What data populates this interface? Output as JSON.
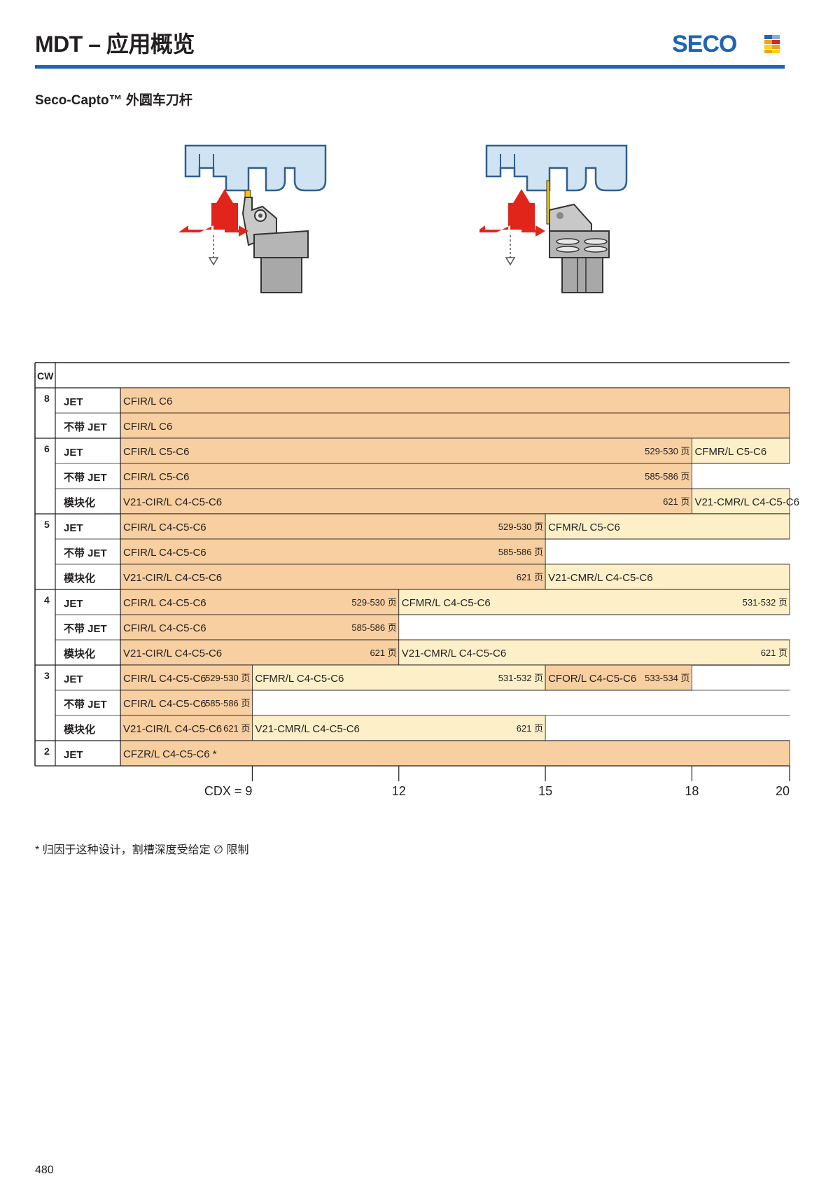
{
  "header": {
    "title": "MDT – 应用概览",
    "logo_text": "SECO"
  },
  "section_title": "Seco-Capto™ 外圆车刀杆",
  "colors": {
    "orange_bar": "#f8cfa0",
    "yellow_bar": "#fdf0c8",
    "rule_blue": "#1e64b4",
    "arrow_red": "#e1251b",
    "illustration_blue": "#cfe3f3"
  },
  "illustrations": [
    {
      "name": "left-toolholder",
      "icon": "grooving-toolholder-illustration"
    },
    {
      "name": "right-toolholder",
      "icon": "parting-blade-holder-illustration"
    }
  ],
  "chart_data": {
    "type": "bar",
    "cw_header": "CW",
    "x_axis": {
      "ticks": [
        {
          "value": 9,
          "label": "CDX = 9"
        },
        {
          "value": 12,
          "label": "12"
        },
        {
          "value": 15,
          "label": "15"
        },
        {
          "value": 18,
          "label": "18"
        },
        {
          "value": 20,
          "label": "20"
        }
      ],
      "xlim": [
        6.3,
        20
      ]
    },
    "groups": [
      {
        "cw": "8",
        "rows": [
          {
            "type": "JET",
            "segments": [
              {
                "label": "CFIR/L C6",
                "from": 6.3,
                "to": 20,
                "ref": "",
                "color": "orange"
              }
            ]
          },
          {
            "type": "不带 JET",
            "segments": [
              {
                "label": "CFIR/L C6",
                "from": 6.3,
                "to": 20,
                "ref": "",
                "color": "orange"
              }
            ]
          }
        ]
      },
      {
        "cw": "6",
        "rows": [
          {
            "type": "JET",
            "segments": [
              {
                "label": "CFIR/L C5-C6",
                "from": 6.3,
                "to": 18,
                "ref": "529-530 页",
                "color": "orange"
              },
              {
                "label": "CFMR/L C5-C6",
                "from": 18,
                "to": 20,
                "ref": "",
                "color": "yellow"
              }
            ]
          },
          {
            "type": "不带 JET",
            "segments": [
              {
                "label": "CFIR/L C5-C6",
                "from": 6.3,
                "to": 18,
                "ref": "585-586 页",
                "color": "orange"
              }
            ]
          },
          {
            "type": "模块化",
            "segments": [
              {
                "label": "V21-CIR/L C4-C5-C6",
                "from": 6.3,
                "to": 18,
                "ref": "621 页",
                "color": "orange"
              },
              {
                "label": "V21-CMR/L C4-C5-C6",
                "from": 18,
                "to": 20,
                "ref": "",
                "color": "yellow"
              }
            ]
          }
        ]
      },
      {
        "cw": "5",
        "rows": [
          {
            "type": "JET",
            "segments": [
              {
                "label": "CFIR/L C4-C5-C6",
                "from": 6.3,
                "to": 15,
                "ref": "529-530 页",
                "color": "orange"
              },
              {
                "label": "CFMR/L C5-C6",
                "from": 15,
                "to": 20,
                "ref": "",
                "color": "yellow"
              }
            ]
          },
          {
            "type": "不带 JET",
            "segments": [
              {
                "label": "CFIR/L C4-C5-C6",
                "from": 6.3,
                "to": 15,
                "ref": "585-586 页",
                "color": "orange"
              }
            ]
          },
          {
            "type": "模块化",
            "segments": [
              {
                "label": "V21-CIR/L C4-C5-C6",
                "from": 6.3,
                "to": 15,
                "ref": "621 页",
                "color": "orange"
              },
              {
                "label": "V21-CMR/L C4-C5-C6",
                "from": 15,
                "to": 20,
                "ref": "",
                "color": "yellow"
              }
            ]
          }
        ]
      },
      {
        "cw": "4",
        "rows": [
          {
            "type": "JET",
            "segments": [
              {
                "label": "CFIR/L C4-C5-C6",
                "from": 6.3,
                "to": 12,
                "ref": "529-530 页",
                "color": "orange"
              },
              {
                "label": "CFMR/L C4-C5-C6",
                "from": 12,
                "to": 20,
                "ref": "531-532 页",
                "color": "yellow"
              }
            ]
          },
          {
            "type": "不带 JET",
            "segments": [
              {
                "label": "CFIR/L C4-C5-C6",
                "from": 6.3,
                "to": 12,
                "ref": "585-586 页",
                "color": "orange"
              }
            ]
          },
          {
            "type": "模块化",
            "segments": [
              {
                "label": "V21-CIR/L C4-C5-C6",
                "from": 6.3,
                "to": 12,
                "ref": "621 页",
                "color": "orange"
              },
              {
                "label": "V21-CMR/L C4-C5-C6",
                "from": 12,
                "to": 20,
                "ref": "621 页",
                "color": "yellow"
              }
            ]
          }
        ]
      },
      {
        "cw": "3",
        "rows": [
          {
            "type": "JET",
            "segments": [
              {
                "label": "CFIR/L C4-C5-C6",
                "from": 6.3,
                "to": 9,
                "ref": "529-530 页",
                "color": "orange"
              },
              {
                "label": "CFMR/L C4-C5-C6",
                "from": 9,
                "to": 15,
                "ref": "531-532 页",
                "color": "yellow"
              },
              {
                "label": "CFOR/L C4-C5-C6",
                "from": 15,
                "to": 18,
                "ref": "533-534 页",
                "color": "orange"
              }
            ]
          },
          {
            "type": "不带 JET",
            "segments": [
              {
                "label": "CFIR/L C4-C5-C6",
                "from": 6.3,
                "to": 9,
                "ref": "585-586 页",
                "color": "orange"
              }
            ]
          },
          {
            "type": "模块化",
            "segments": [
              {
                "label": "V21-CIR/L C4-C5-C6",
                "from": 6.3,
                "to": 9,
                "ref": "621 页",
                "color": "orange"
              },
              {
                "label": "V21-CMR/L C4-C5-C6",
                "from": 9,
                "to": 15,
                "ref": "621 页",
                "color": "yellow"
              }
            ]
          }
        ]
      },
      {
        "cw": "2",
        "rows": [
          {
            "type": "JET",
            "segments": [
              {
                "label": "CFZR/L C4-C5-C6 *",
                "from": 6.3,
                "to": 20,
                "ref": "",
                "color": "orange"
              }
            ]
          }
        ]
      }
    ]
  },
  "footnote": "* 归因于这种设计，割槽深度受给定 ∅ 限制",
  "page_number": "480"
}
